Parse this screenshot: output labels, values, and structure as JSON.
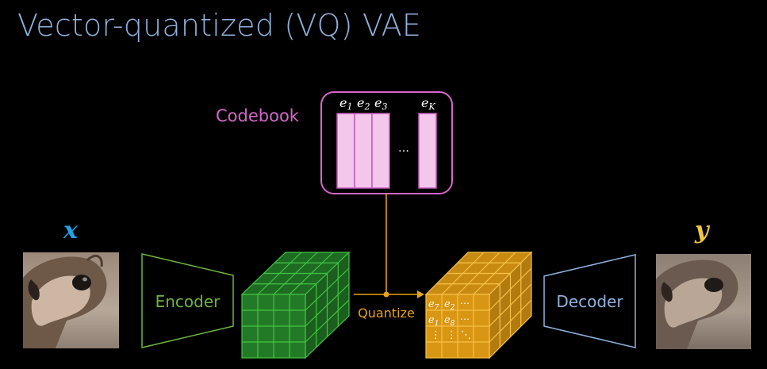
{
  "title": "Vector-quantized (VQ) VAE",
  "codebook": {
    "label": "Codebook",
    "entries": [
      "e",
      "e",
      "e",
      "e"
    ],
    "subscripts": [
      "1",
      "2",
      "3",
      "K"
    ],
    "ellipsis": "…"
  },
  "input": {
    "symbol": "x",
    "image_description": "squirrel photo"
  },
  "output": {
    "symbol": "y",
    "image_description": "reconstructed squirrel"
  },
  "encoder": {
    "label": "Encoder"
  },
  "decoder": {
    "label": "Decoder"
  },
  "quantize": {
    "label": "Quantize"
  },
  "quantized_grid": {
    "cells": [
      [
        {
          "base": "e",
          "sub": "7"
        },
        {
          "base": "e",
          "sub": "2"
        },
        {
          "base": "⋯",
          "sub": ""
        }
      ],
      [
        {
          "base": "e",
          "sub": "1"
        },
        {
          "base": "e",
          "sub": "8"
        },
        {
          "base": "⋯",
          "sub": ""
        }
      ],
      [
        {
          "base": "⋮",
          "sub": ""
        },
        {
          "base": "⋮",
          "sub": ""
        },
        {
          "base": "⋱",
          "sub": ""
        }
      ]
    ]
  },
  "colors": {
    "title": "#8fb1dc",
    "codebook": "#d467c8",
    "codebook_fill": "#f3c6ec",
    "encoder": "#6db33f",
    "latent": "#2f8f2f",
    "quantize": "#e8a317",
    "decoder": "#8fb1dc",
    "x_symbol": "#1fa3e6",
    "y_symbol": "#f2c744"
  }
}
